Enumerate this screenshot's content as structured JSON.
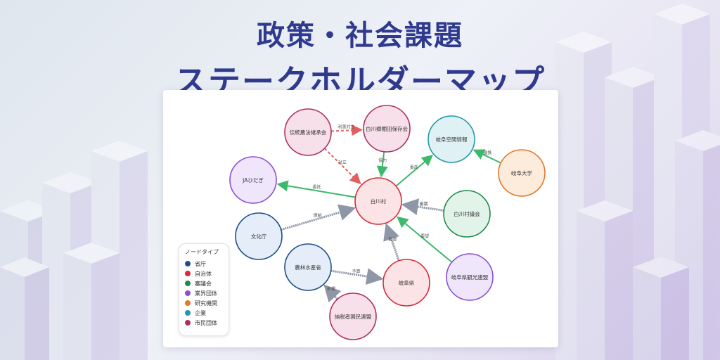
{
  "header": {
    "title_line1": "政策・社会課題",
    "title_line2": "ステークホルダーマップ"
  },
  "legend": {
    "title": "ノードタイプ",
    "items": [
      {
        "label": "省庁",
        "color": "#1f4e8c"
      },
      {
        "label": "自治体",
        "color": "#d62b3a"
      },
      {
        "label": "審議会",
        "color": "#1e8a4c"
      },
      {
        "label": "業界団体",
        "color": "#8a4fd6"
      },
      {
        "label": "研究機関",
        "color": "#e2782a"
      },
      {
        "label": "企業",
        "color": "#1f9aa8"
      },
      {
        "label": "市民団体",
        "color": "#b0305c"
      }
    ]
  },
  "nodes": [
    {
      "id": "dento",
      "label": "伝統農法継承会",
      "type": "市民団体"
    },
    {
      "id": "shirakawago",
      "label": "白川郷棚田保存会",
      "type": "市民団体"
    },
    {
      "id": "gifukukan",
      "label": "岐阜空間情報",
      "type": "企業"
    },
    {
      "id": "gifudai",
      "label": "岐阜大学",
      "type": "研究機関"
    },
    {
      "id": "ja",
      "label": "JAひだぎ",
      "type": "業界団体"
    },
    {
      "id": "shirakawa",
      "label": "白川村",
      "type": "自治体"
    },
    {
      "id": "gikai",
      "label": "白川村議会",
      "type": "審議会"
    },
    {
      "id": "bunka",
      "label": "文化庁",
      "type": "省庁"
    },
    {
      "id": "norin",
      "label": "農林水産省",
      "type": "省庁"
    },
    {
      "id": "gifuken",
      "label": "岐阜県",
      "type": "自治体"
    },
    {
      "id": "kanko",
      "label": "岐阜県観光連盟",
      "type": "業界団体"
    },
    {
      "id": "nozei",
      "label": "納税者国民連盟",
      "type": "市民団体"
    }
  ],
  "edges": [
    {
      "from": "dento",
      "to": "shirakawago",
      "label": "利害対立",
      "style": "conflict"
    },
    {
      "from": "dento",
      "to": "shirakawa",
      "label": "対立",
      "style": "conflict"
    },
    {
      "from": "shirakawago",
      "to": "shirakawa",
      "label": "協力",
      "style": "support"
    },
    {
      "from": "shirakawa",
      "to": "gifukukan",
      "label": "委託",
      "style": "support"
    },
    {
      "from": "gifudai",
      "to": "gifukukan",
      "label": "連携",
      "style": "support"
    },
    {
      "from": "shirakawa",
      "to": "ja",
      "label": "委託",
      "style": "support"
    },
    {
      "from": "gikai",
      "to": "shirakawa",
      "label": "審議",
      "style": "authority"
    },
    {
      "from": "bunka",
      "to": "shirakawa",
      "label": "規制",
      "style": "authority"
    },
    {
      "from": "kanko",
      "to": "shirakawa",
      "label": "要望",
      "style": "support"
    },
    {
      "from": "gifuken",
      "to": "shirakawa",
      "label": "監督",
      "style": "authority"
    },
    {
      "from": "norin",
      "to": "gifuken",
      "label": "予算",
      "style": "authority"
    },
    {
      "from": "nozei",
      "to": "norin",
      "label": "影響",
      "style": "authority"
    }
  ]
}
